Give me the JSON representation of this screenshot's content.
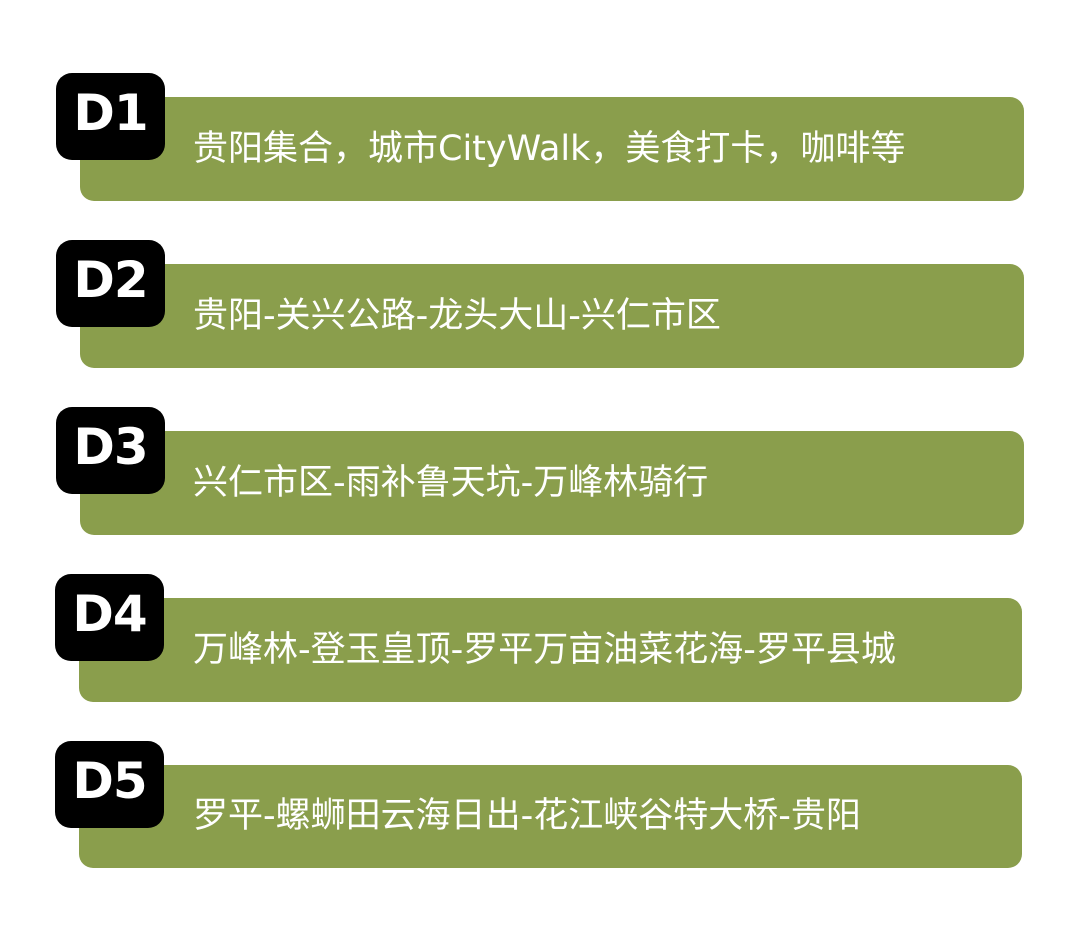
{
  "itinerary": {
    "days": [
      {
        "badge": "D1",
        "text": "贵阳集合，城市CityWalk，美食打卡，咖啡等"
      },
      {
        "badge": "D2",
        "text": "贵阳-关兴公路-龙头大山-兴仁市区"
      },
      {
        "badge": "D3",
        "text": "兴仁市区-雨补鲁天坑-万峰林骑行"
      },
      {
        "badge": "D4",
        "text": "万峰林-登玉皇顶-罗平万亩油菜花海-罗平县城"
      },
      {
        "badge": "D5",
        "text": "罗平-螺蛳田云海日出-花江峡谷特大桥-贵阳"
      }
    ]
  },
  "colors": {
    "bar": "#8a9e4c",
    "badge": "#000000",
    "text": "#ffffff",
    "background": "#ffffff"
  }
}
